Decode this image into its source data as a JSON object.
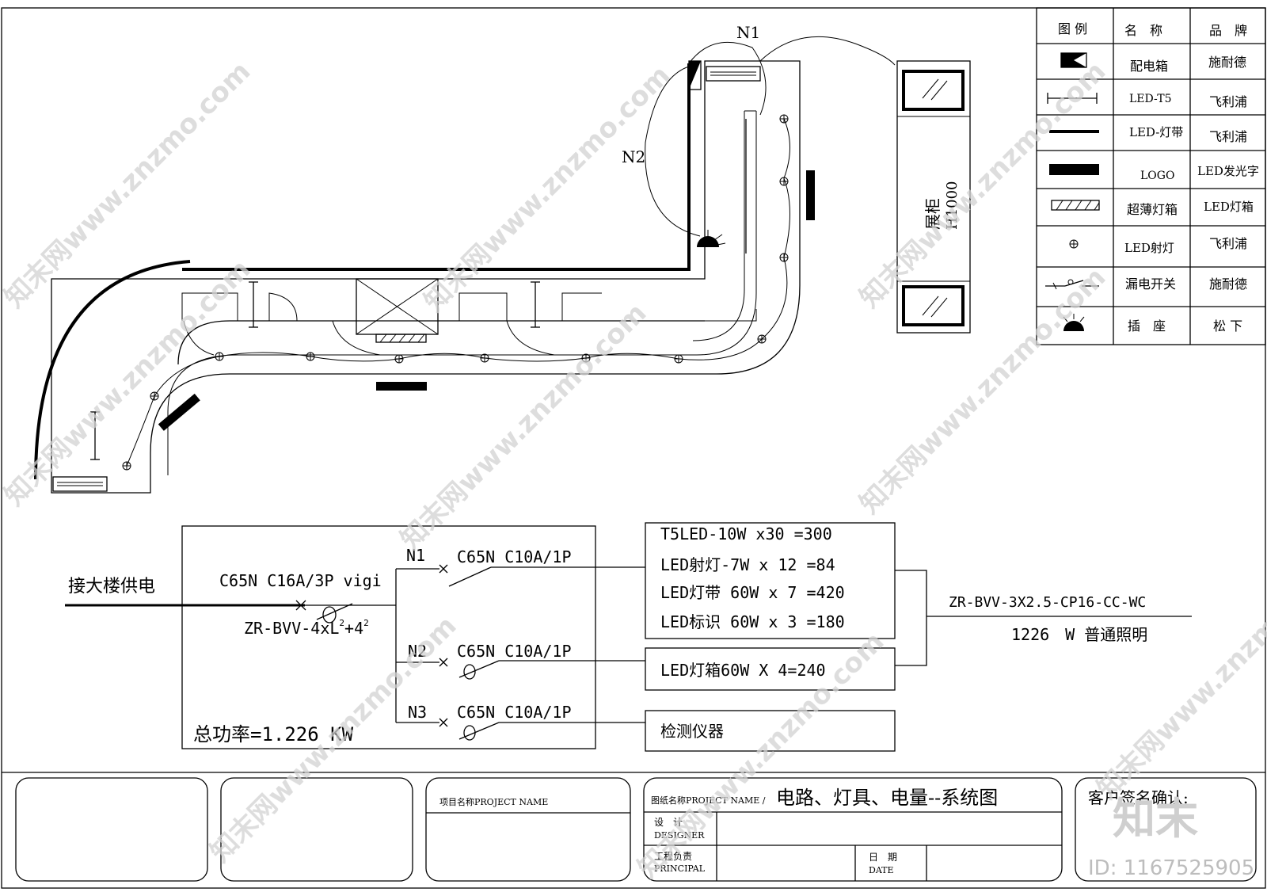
{
  "legend": {
    "headers": [
      "图 例",
      "名　称",
      "品　牌"
    ],
    "rows": [
      {
        "icon": "distribution-box-icon",
        "name": "配电箱",
        "brand": "施耐德"
      },
      {
        "icon": "led-t5-icon",
        "name": "LED-T5",
        "brand": "飞利浦"
      },
      {
        "icon": "led-strip-icon",
        "name": "LED-灯带",
        "brand": "飞利浦"
      },
      {
        "icon": "logo-bar-icon",
        "name": "LOGO",
        "brand": "LED发光字"
      },
      {
        "icon": "lightbox-icon",
        "name": "超薄灯箱",
        "brand": "LED灯箱"
      },
      {
        "icon": "spotlight-icon",
        "name": "LED射灯",
        "brand": "飞利浦"
      },
      {
        "icon": "leakage-switch-icon",
        "name": "漏电开关",
        "brand": "施耐德"
      },
      {
        "icon": "socket-icon",
        "name": "插　座",
        "brand": "松 下"
      }
    ]
  },
  "plan": {
    "n1": "N1",
    "n2": "N2",
    "cabinet_name": "展柜",
    "cabinet_height": "H1000"
  },
  "system": {
    "source": "接大楼供电",
    "main_breaker": "C65N C16A/3P vigi",
    "main_cable_prefix": "ZR-BVV-4xL",
    "main_cable_sup1": "2",
    "main_cable_mid": "+4",
    "main_cable_sup2": "2",
    "branches": [
      {
        "id": "N1",
        "breaker": "C65N C10A/1P"
      },
      {
        "id": "N2",
        "breaker": "C65N C10A/1P"
      },
      {
        "id": "N3",
        "breaker": "C65N C10A/1P"
      }
    ],
    "loads_n1": [
      "T5LED-10W x30 =300",
      "LED射灯-7W x 12 =84",
      "LED灯带 60W x 7 =420",
      "LED标识 60W x 3 =180"
    ],
    "load_n2": "LED灯箱60W X 4=240",
    "load_n3": "检测仪器",
    "total_power": "总功率=1.226 KW",
    "out_cable": "ZR-BVV-3X2.5-CP16-CC-WC",
    "out_power": "1226　W 普通照明"
  },
  "title_block": {
    "project_name_label": "项目名称PROJECT NAME",
    "drawing_name_label": "图纸名称PROJECT NAME /",
    "drawing_title": "电路、灯具、电量--系统图",
    "designer_cn": "设　计",
    "designer_en": "DESIGNER",
    "principal_cn": "工程负责",
    "principal_en": "PRINCIPAL",
    "date_cn": "日　期",
    "date_en": "DATE",
    "client_confirm": "客户签名确认:"
  },
  "watermark": {
    "text": "知末网www.znzmo.com",
    "logo": "知末",
    "id": "ID: 1167525905"
  }
}
